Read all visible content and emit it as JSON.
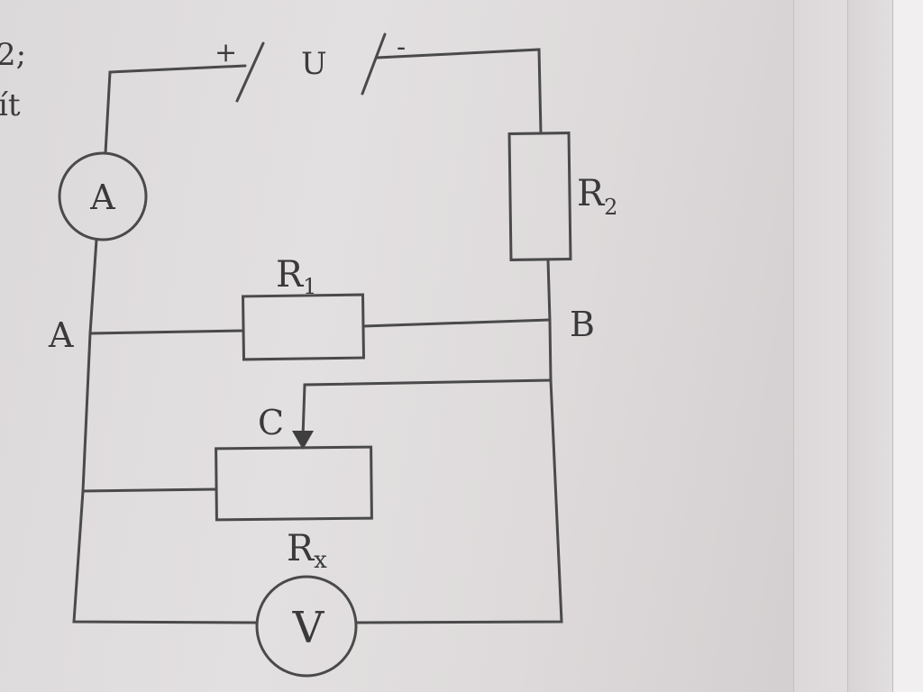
{
  "margin_text": {
    "line1": "2;",
    "line2": "ít"
  },
  "source": {
    "plus": "+",
    "label": "U",
    "minus": "-"
  },
  "ammeter": {
    "symbol": "A"
  },
  "voltmeter": {
    "symbol": "V"
  },
  "resistors": {
    "r1": {
      "letter": "R",
      "sub": "1"
    },
    "r2": {
      "letter": "R",
      "sub": "2"
    },
    "rx": {
      "letter": "R",
      "sub": "x"
    }
  },
  "nodes": {
    "a": "A",
    "b": "B",
    "c": "C"
  },
  "colors": {
    "ink": "#4a4a4a",
    "paper": "#e0dddd"
  }
}
